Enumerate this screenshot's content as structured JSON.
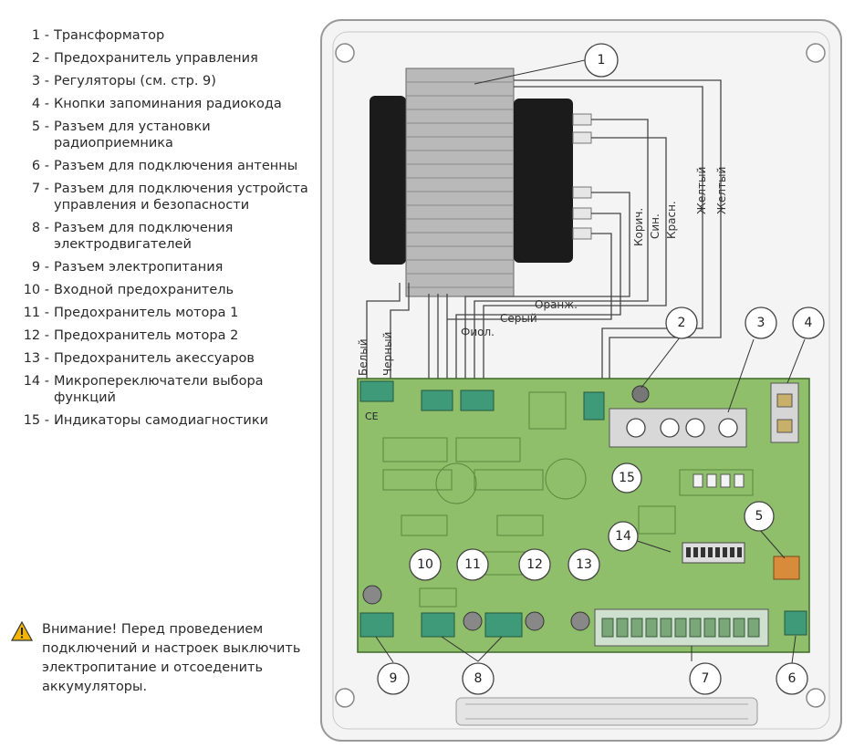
{
  "legend": [
    {
      "num": "1",
      "text": "Трансформатор"
    },
    {
      "num": "2",
      "text": "Предохранитель управления"
    },
    {
      "num": "3",
      "text": "Регуляторы (см. стр. 9)"
    },
    {
      "num": "4",
      "text": "Кнопки запоминания радиокода"
    },
    {
      "num": "5",
      "text": "Разъем для установки радиоприемника"
    },
    {
      "num": "6",
      "text": "Разъем для подключения антенны"
    },
    {
      "num": "7",
      "text": "Разъем для подключения устройста управления и безопасности"
    },
    {
      "num": "8",
      "text": "Разъем для подключения электродвигателей"
    },
    {
      "num": "9",
      "text": "Разъем электропитания"
    },
    {
      "num": "10",
      "text": "Входной предохранитель"
    },
    {
      "num": "11",
      "text": "Предохранитель мотора 1"
    },
    {
      "num": "12",
      "text": "Предохранитель мотора 2"
    },
    {
      "num": "13",
      "text": "Предохранитель акессуаров"
    },
    {
      "num": "14",
      "text": "Микропереключатели выбора функций"
    },
    {
      "num": "15",
      "text": "Индикаторы самодиагностики"
    }
  ],
  "warning": {
    "text": "Внимание! Перед проведением подключений и настроек выключить электропитание и отсоеденить аккумуляторы.",
    "icon": "warning-triangle-icon"
  },
  "diagram": {
    "callouts": [
      "1",
      "2",
      "3",
      "4",
      "5",
      "6",
      "7",
      "8",
      "9",
      "10",
      "11",
      "12",
      "13",
      "14",
      "15"
    ],
    "wire_labels": {
      "white": "Белый",
      "black": "Черный",
      "violet": "Фиол.",
      "grey": "Серый",
      "orange": "Оранж.",
      "brown": "Корич.",
      "blue": "Син.",
      "red": "Красн.",
      "yellow1": "Желтый",
      "yellow2": "Желтый"
    },
    "pcb_mark": "CE",
    "colors": {
      "board": "#8fbf6a",
      "board_dark": "#5a8a3c",
      "enclosure": "#f2f2f2",
      "transformer": "#b5b5b5"
    }
  }
}
